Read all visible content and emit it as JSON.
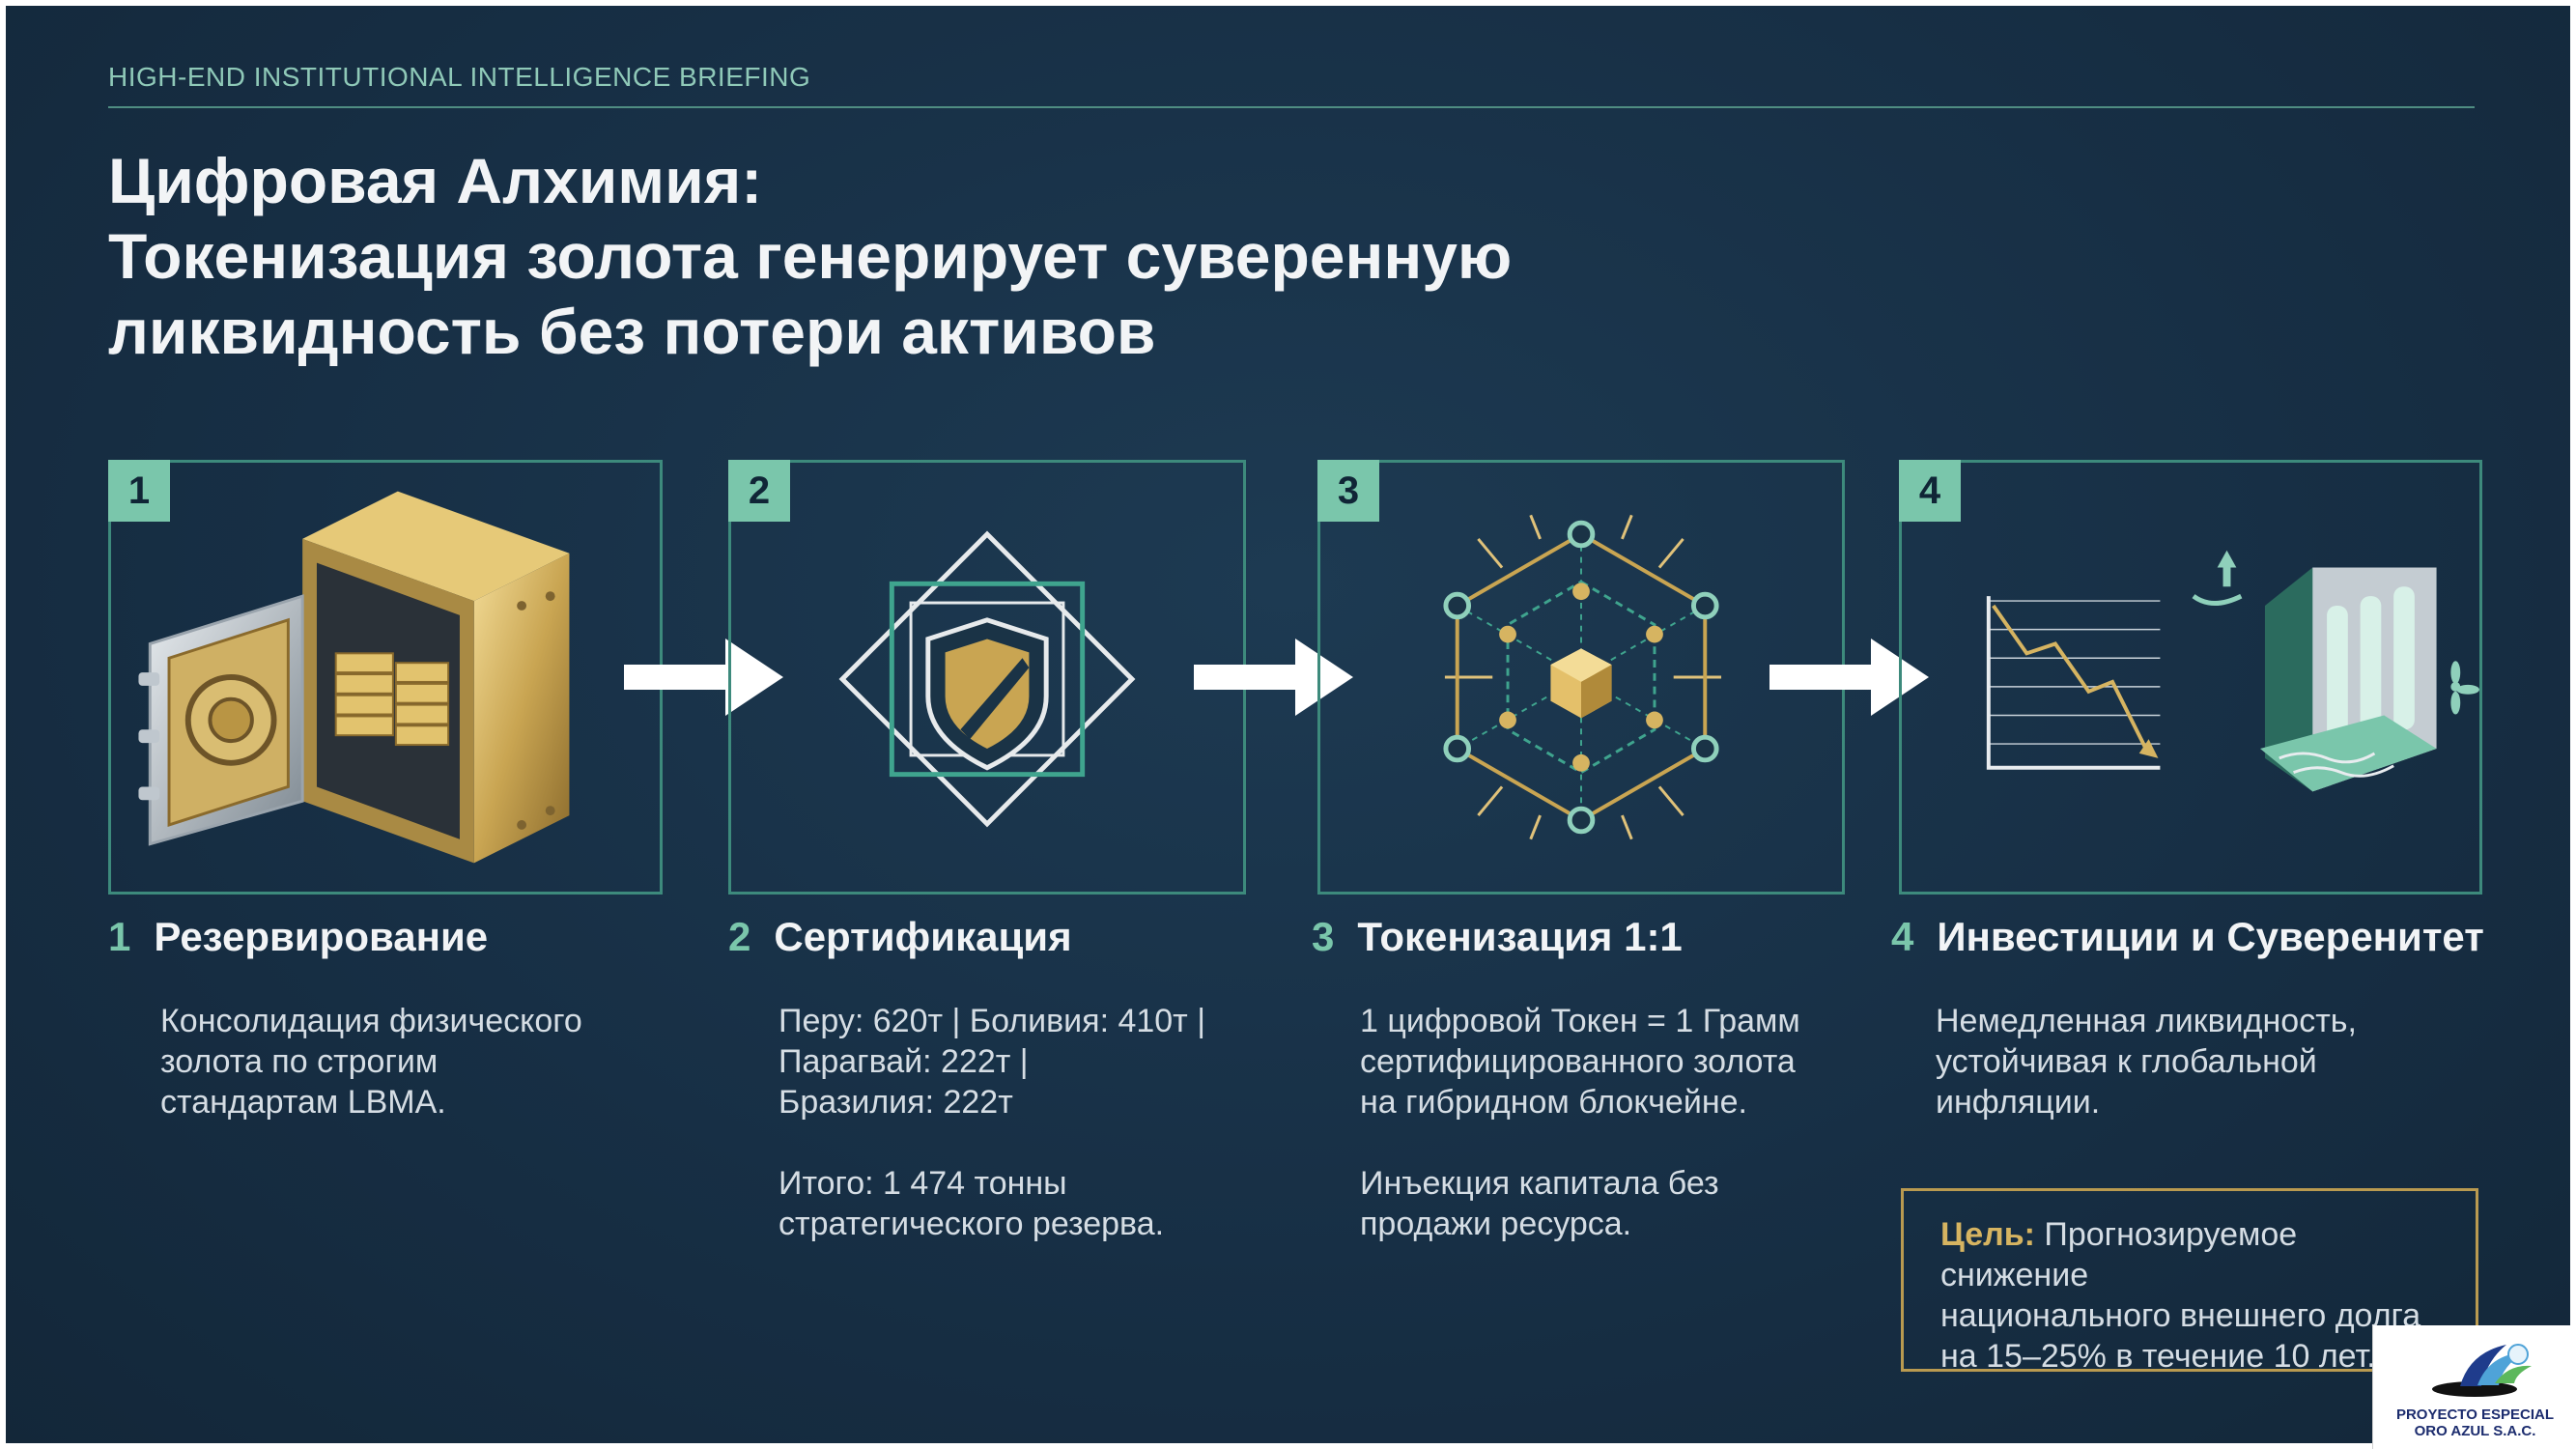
{
  "kicker": "HIGH-END INSTITUTIONAL INTELLIGENCE BRIEFING",
  "title": {
    "line1": "Цифровая Алхимия:",
    "line2": "Токенизация золота генерирует суверенную",
    "line3": "ликвидность без потери активов"
  },
  "steps": [
    {
      "badge": "1",
      "number": "1",
      "title": "Резервирование",
      "icon": "gold-vault-icon",
      "body": [
        [
          "Консолидация физического",
          "золота по строгим",
          "стандартам LBMA."
        ]
      ]
    },
    {
      "badge": "2",
      "number": "2",
      "title": "Сертификация",
      "icon": "shield-certification-icon",
      "body": [
        [
          "Перу: 620т | Боливия: 410т |",
          "Парагвай: 222т |",
          "Бразилия: 222т"
        ],
        [
          "Итого: 1 474 тонны",
          "стратегического резерва."
        ]
      ]
    },
    {
      "badge": "3",
      "number": "3",
      "title": "Токенизация 1:1",
      "icon": "blockchain-network-icon",
      "body": [
        [
          "1 цифровой Токен = 1 Грамм",
          "сертифицированного золота",
          "на гибридном блокчейне."
        ],
        [
          "Инъекция капитала без",
          "продажи ресурса."
        ]
      ]
    },
    {
      "badge": "4",
      "number": "4",
      "title": "Инвестиции и Суверенитет",
      "icon": "investment-dam-icon",
      "body": [
        [
          "Немедленная ликвидность,",
          "устойчивая к глобальной",
          "инфляции."
        ]
      ]
    }
  ],
  "goal": {
    "label": "Цель:",
    "line1": " Прогнозируемое снижение",
    "line2": "национального внешнего долга",
    "line3": "на 15–25% в течение 10 лет."
  },
  "logo": {
    "line1": "PROYECTO ESPECIAL",
    "line2": "ORO AZUL S.A.C."
  },
  "colors": {
    "background": "#172f45",
    "accent": "#7ac6ab",
    "gold": "#d6b461",
    "text": "#f2f4f6"
  }
}
